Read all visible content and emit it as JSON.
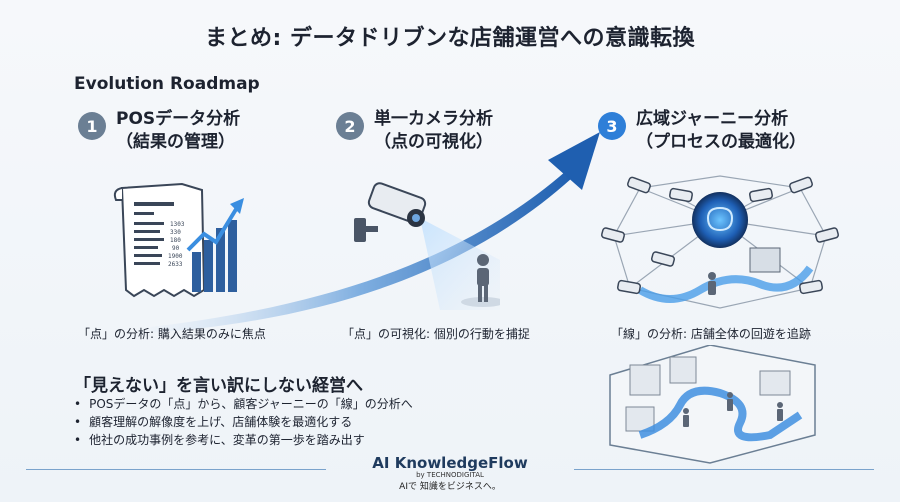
{
  "title": "まとめ: データドリブンな店舗運営への意識転換",
  "subtitle": "Evolution Roadmap",
  "steps": [
    {
      "num": "1",
      "line1": "POSデータ分析",
      "line2": "（結果の管理）",
      "caption": "「点」の分析: 購入結果のみに焦点"
    },
    {
      "num": "2",
      "line1": "単一カメラ分析",
      "line2": "（点の可視化）",
      "caption": "「点」の可視化: 個別の行動を捕捉"
    },
    {
      "num": "3",
      "line1": "広域ジャーニー分析",
      "line2": "（プロセスの最適化）",
      "caption": "「線」の分析: 店舗全体の回遊を追跡"
    }
  ],
  "receipt_numbers": [
    "1303",
    "330",
    "180",
    "90",
    "1900",
    "2633"
  ],
  "section_heading": "「見えない」を言い訳にしない経営へ",
  "bullets": [
    "POSデータの「点」から、顧客ジャーニーの「線」の分析へ",
    "顧客理解の解像度を上げ、店舗体験を最適化する",
    "他社の成功事例を参考に、変革の第一歩を踏み出す"
  ],
  "footer": {
    "brand": "AI KnowledgeFlow",
    "by": "by TECHNODIGITAL",
    "tagline": "AIで 知識をビジネスへ。"
  },
  "colors": {
    "accent": "#2e7fd8",
    "muted": "#6b7f94",
    "arrow_dark": "#1f5fb0"
  }
}
